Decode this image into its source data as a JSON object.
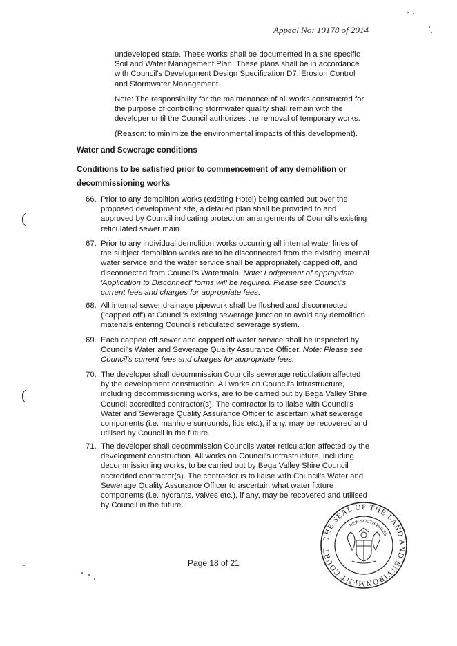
{
  "header": {
    "appeal_no": "Appeal No:  10178 of 2014"
  },
  "top_continuation": "undeveloped state. These works shall be documented in a site specific Soil and Water Management Plan. These plans shall be in accordance with Council's Development Design Specification D7, Erosion Control and Stormwater Management.",
  "note_paragraph": "Note: The responsibility for the maintenance of all works constructed for the purpose of controlling stormwater quality shall remain with the developer until the Council authorizes the removal of temporary works.",
  "reason_paragraph": "(Reason: to minimize the environmental impacts of this development).",
  "section_heading": "Water and Sewerage conditions",
  "subheading_line1": "Conditions to be satisfied prior to commencement of any demolition or",
  "subheading_line2": "decommissioning works",
  "conditions": [
    {
      "num": "66.",
      "text": "Prior to any demolition works (existing Hotel) being carried out over the proposed development site, a detailed plan shall be provided to and approved by Council indicating protection arrangements of Council's existing reticulated sewer main."
    },
    {
      "num": "67.",
      "text": "Prior to any individual demolition works occurring all internal water lines of the subject demolition works are to be disconnected from the existing internal water service and the water service shall be appropriately capped off, and disconnected from Council's Watermain.",
      "note": "Note: Lodgement of appropriate 'Application to Disconnect' forms will be required. Please see Council's current fees and charges for appropriate fees."
    },
    {
      "num": "68.",
      "text": "All internal sewer drainage pipework shall be flushed and disconnected ('capped off') at Council's existing sewerage junction to avoid any demolition materials entering Councils reticulated sewerage system."
    },
    {
      "num": "69.",
      "text": "Each capped off sewer and capped off water service shall be inspected by Council's Water and Sewerage Quality Assurance Officer.",
      "note": "Note: Please see Council's current fees and charges for appropriate fees."
    },
    {
      "num": "70.",
      "text": "The developer shall decommission Councils sewerage reticulation affected by the development construction. All works on Council's infrastructure, including decommissioning works, are to be carried out by Bega Valley Shire Council accredited contractor(s). The contractor is to liaise with Council's Water and Sewerage Quality Assurance Officer to ascertain what sewerage components (i.e. manhole surrounds, lids etc.), if any, may be recovered and utilised by Council in the future."
    },
    {
      "num": "71.",
      "text": "The developer shall decommission Councils water reticulation affected by the development construction. All works on Council's infrastructure, including decommissioning works, to be carried out by Bega Valley Shire Council accredited contractor(s). The contractor is to liaise with Council's Water and Sewerage Quality Assurance Officer to ascertain what water fixture components (i.e. hydrants, valves etc.), if any, may be recovered and utilised by Council in the future."
    }
  ],
  "footer": {
    "page_label": "Page 18 of 21"
  },
  "seal": {
    "text": "THE SEAL OF THE LAND AND ENVIRONMENT COURT",
    "inner_text": "NEW SOUTH WALES"
  }
}
